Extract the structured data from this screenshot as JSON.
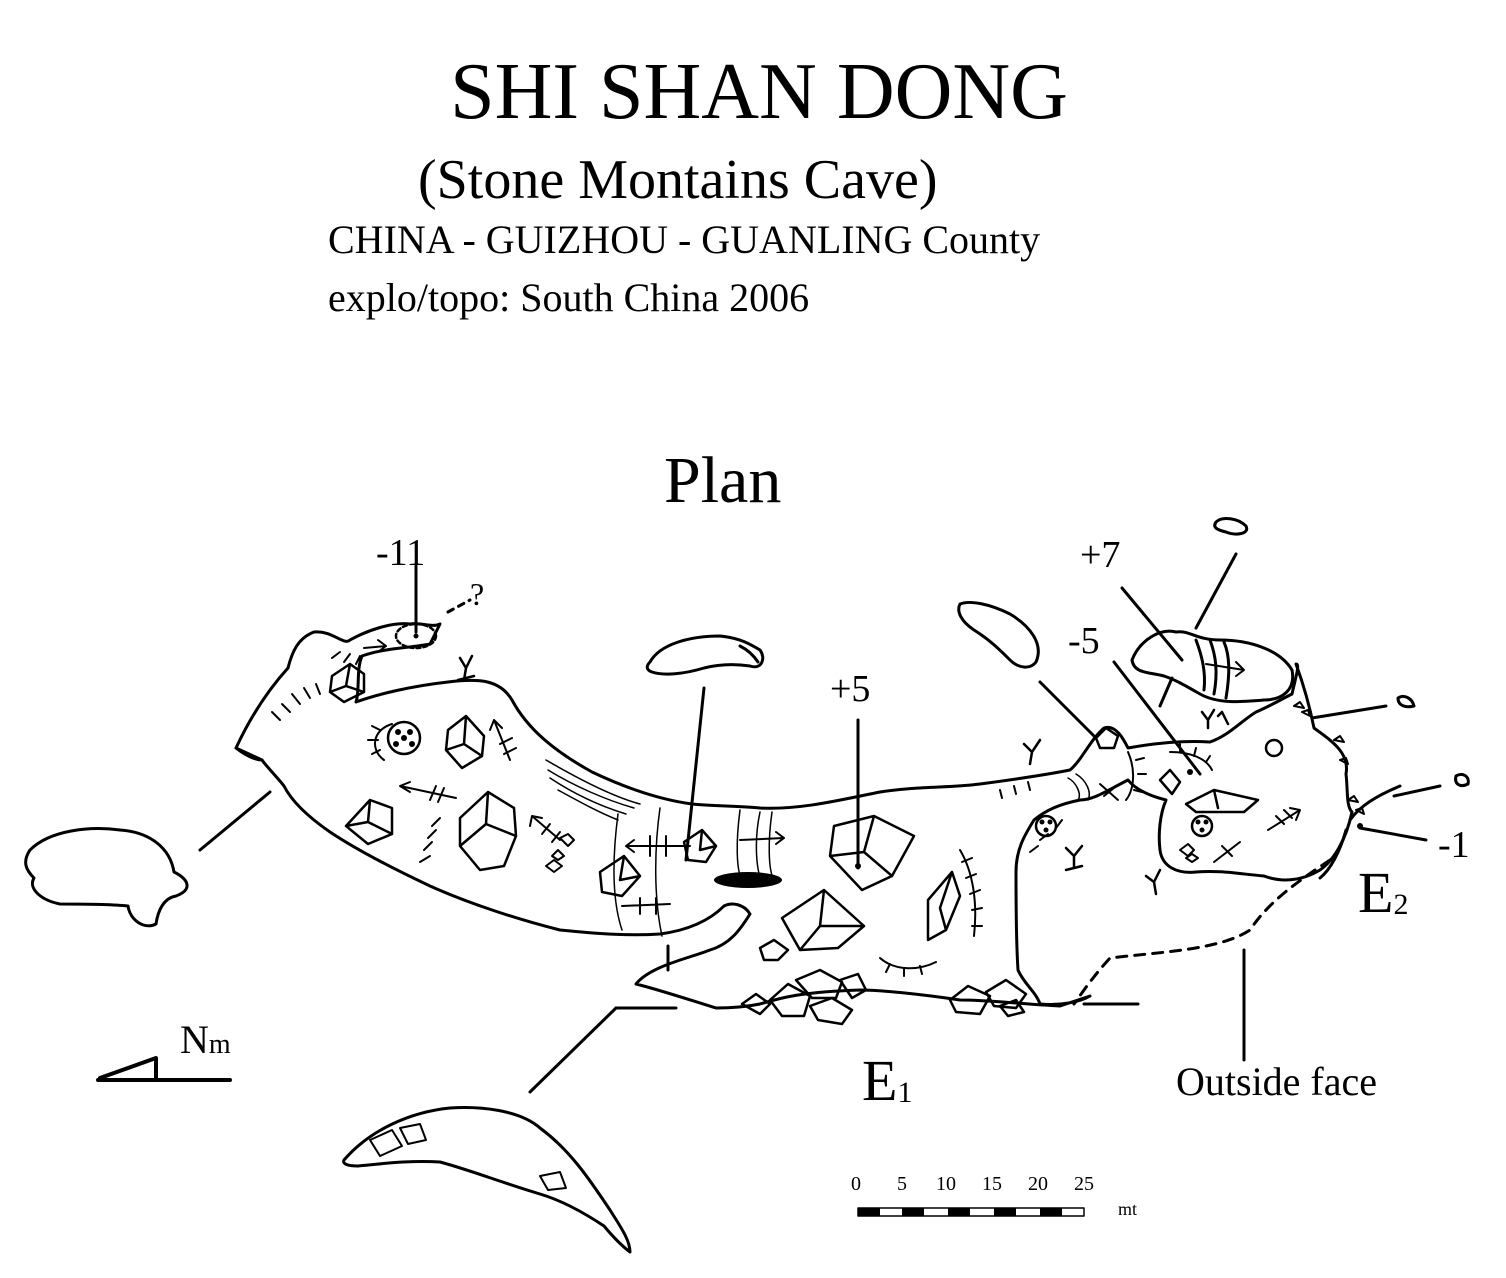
{
  "header": {
    "title": "SHI SHAN DONG",
    "subtitle": "(Stone Montains Cave)",
    "location": "CHINA - GUIZHOU - GUANLING County",
    "credit": "explo/topo: South China 2006"
  },
  "plan_label": "Plan",
  "depth_labels": {
    "west_pit": "-11",
    "question": "?",
    "center_chamber": "+5",
    "east_upper": "+7",
    "east_mid": "-5",
    "east_entrance": "-1"
  },
  "entrances": {
    "e1_letter": "E",
    "e1_index": "1",
    "e2_letter": "E",
    "e2_index": "2"
  },
  "outside_face": "Outside face",
  "north_arrow": {
    "letter": "N",
    "suffix": "m"
  },
  "scale_bar": {
    "ticks": [
      "0",
      "5",
      "10",
      "15",
      "20",
      "25"
    ],
    "unit": "mt"
  }
}
